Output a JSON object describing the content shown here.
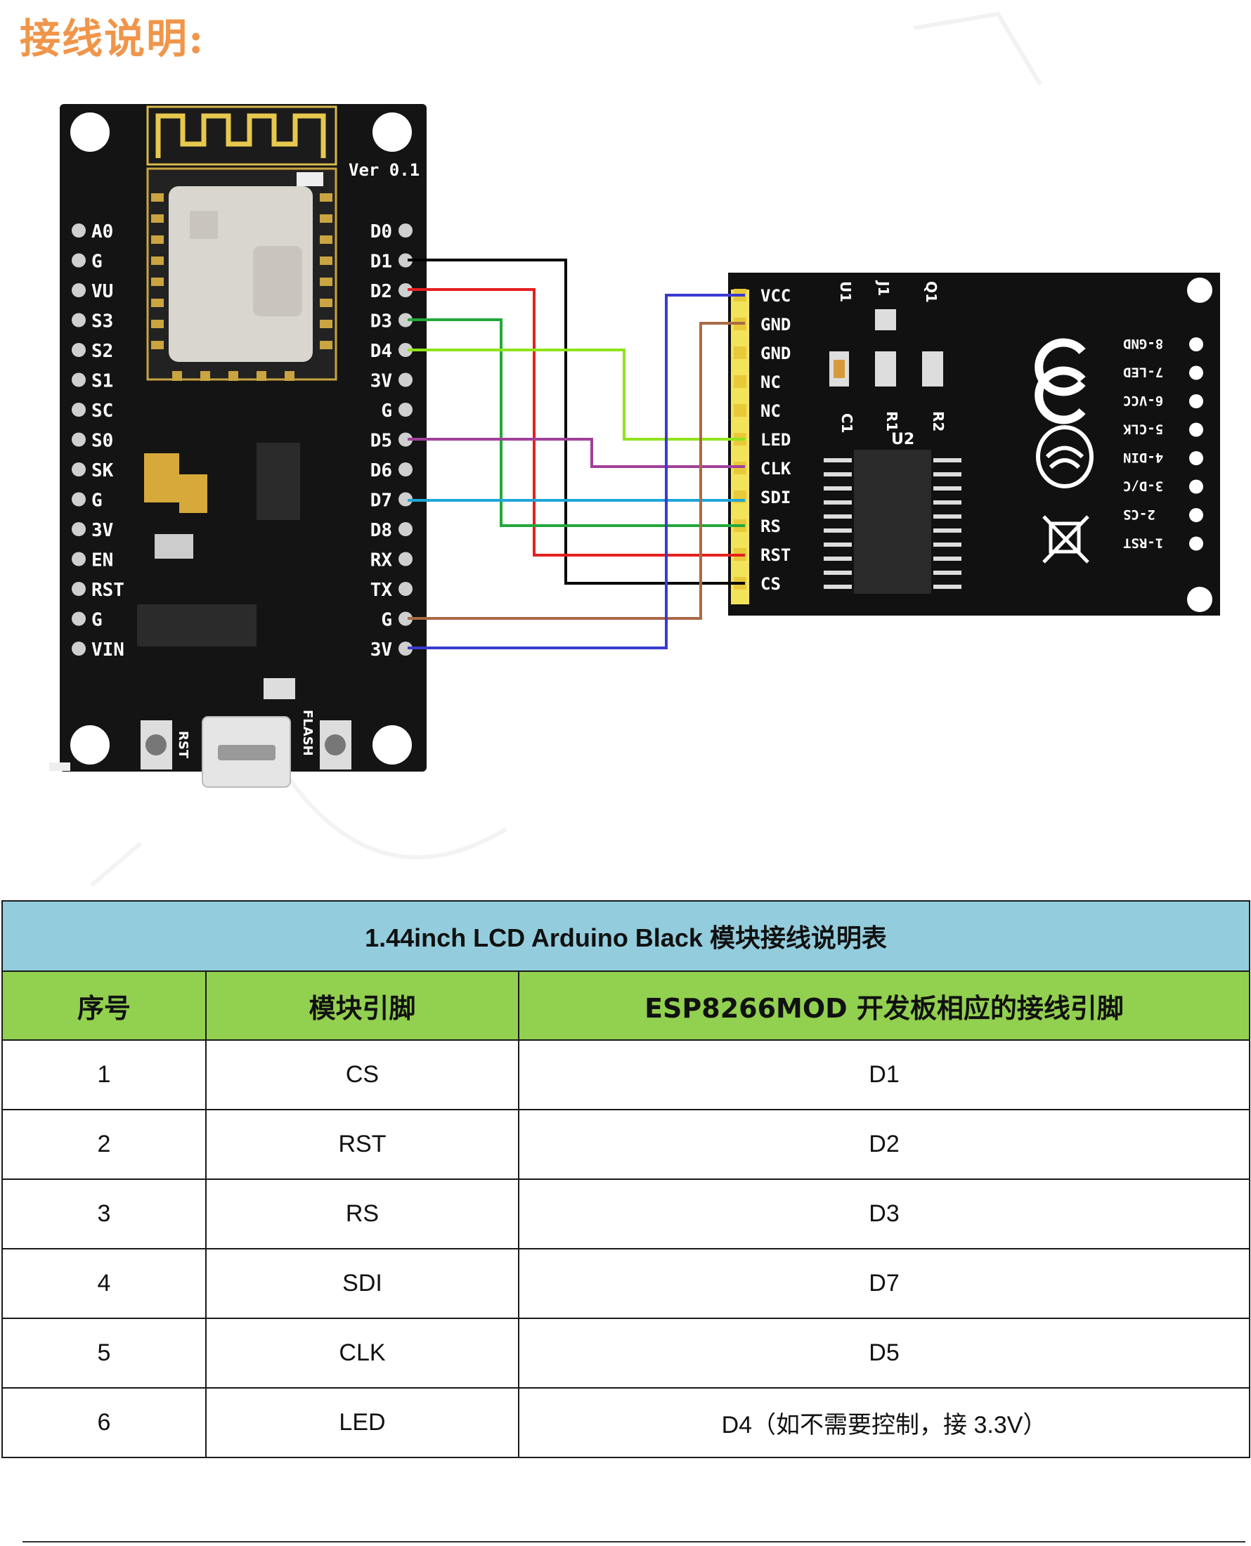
{
  "title": "接线说明:",
  "nodemcu": {
    "version": "Ver 0.1",
    "left_pins": [
      "A0",
      "G",
      "VU",
      "S3",
      "S2",
      "S1",
      "SC",
      "S0",
      "SK",
      "G",
      "3V",
      "EN",
      "RST",
      "G",
      "VIN"
    ],
    "right_pins": [
      "D0",
      "D1",
      "D2",
      "D3",
      "D4",
      "3V",
      "G",
      "D5",
      "D6",
      "D7",
      "D8",
      "RX",
      "TX",
      "G",
      "3V"
    ],
    "button_rst": "RST",
    "button_flash": "FLASH"
  },
  "lcd": {
    "pins": [
      "VCC",
      "GND",
      "GND",
      "NC",
      "NC",
      "LED",
      "CLK",
      "SDI",
      "RS",
      "RST",
      "CS"
    ],
    "right_pins": [
      "8-GND",
      "7-LED",
      "6-VCC",
      "5-CLK",
      "4-DIN",
      "3-D/C",
      "2-CS",
      "1-RST"
    ],
    "components": [
      "U1",
      "J1",
      "Q1",
      "C1",
      "R1",
      "R2",
      "U2"
    ]
  },
  "wires": [
    {
      "from": "D1",
      "to": "CS",
      "color": "#000000"
    },
    {
      "from": "D2",
      "to": "RST",
      "color": "#e41f1f"
    },
    {
      "from": "D3",
      "to": "RS",
      "color": "#22a83a"
    },
    {
      "from": "D4",
      "to": "LED",
      "color": "#8fe31c"
    },
    {
      "from": "D5",
      "to": "CLK",
      "color": "#a0409a"
    },
    {
      "from": "D7",
      "to": "SDI",
      "color": "#1ea6d8"
    },
    {
      "from": "G",
      "to": "GND",
      "color": "#a86a44"
    },
    {
      "from": "3V",
      "to": "VCC",
      "color": "#3a3ad0"
    }
  ],
  "table": {
    "caption": "1.44inch LCD Arduino Black 模块接线说明表",
    "headers": [
      "序号",
      "模块引脚",
      "ESP8266MOD 开发板相应的接线引脚"
    ],
    "rows": [
      {
        "no": "1",
        "pin": "CS",
        "board": "D1"
      },
      {
        "no": "2",
        "pin": "RST",
        "board": "D2"
      },
      {
        "no": "3",
        "pin": "RS",
        "board": "D3"
      },
      {
        "no": "4",
        "pin": "SDI",
        "board": "D7"
      },
      {
        "no": "5",
        "pin": "CLK",
        "board": "D5"
      },
      {
        "no": "6",
        "pin": "LED",
        "board": "D4（如不需要控制，接 3.3V）"
      }
    ]
  }
}
